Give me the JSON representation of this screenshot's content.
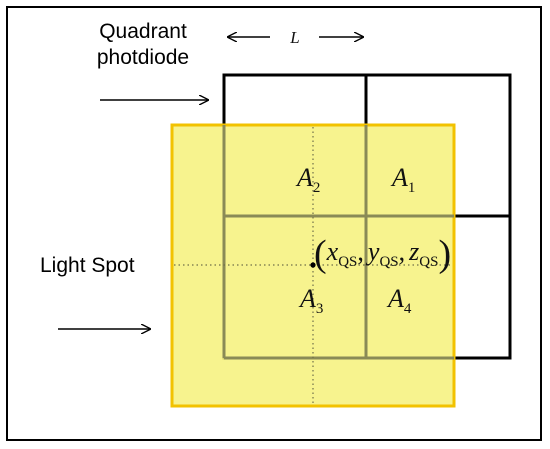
{
  "labels": {
    "detector_line1": "Quadrant",
    "detector_line2": "photdiode",
    "spot": "Light Spot"
  },
  "dimension": {
    "symbol": "L"
  },
  "quadrants": [
    {
      "letter": "A",
      "index": "2"
    },
    {
      "letter": "A",
      "index": "1"
    },
    {
      "letter": "A",
      "index": "3"
    },
    {
      "letter": "A",
      "index": "4"
    }
  ],
  "center_point": {
    "open": "(",
    "x": "x",
    "x_sub": "QS",
    "sep1": ",",
    "y": "y",
    "y_sub": "QS",
    "sep2": ",",
    "z": "z",
    "z_sub": "QS",
    "close": ")"
  },
  "colors": {
    "spot_fill": "#f6f17a",
    "spot_border": "#f2c200",
    "overlap_grid": "#8a8a56",
    "detector_grid": "#000000",
    "guide_dots": "#6f6f4a"
  }
}
